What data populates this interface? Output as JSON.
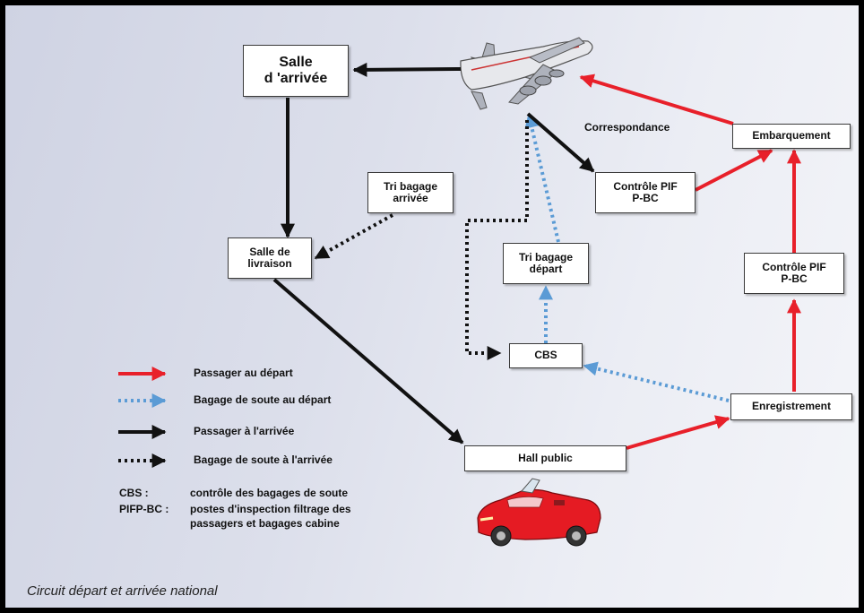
{
  "nodes": {
    "salle_arrivee": "Salle\nd 'arrivée",
    "tri_bagage_arrivee": "Tri bagage\narrivée",
    "salle_livraison": "Salle de\nlivraison",
    "controle_pif_top": "Contrôle PIF\nP-BC",
    "embarquement": "Embarquement",
    "tri_bagage_depart": "Tri bagage\ndépart",
    "controle_pif_right": "Contrôle PIF\nP-BC",
    "cbs": "CBS",
    "enregistrement": "Enregistrement",
    "hall_public": "Hall public"
  },
  "edge_labels": {
    "correspondance": "Correspondance"
  },
  "legend": {
    "items": [
      {
        "label": "Passager au départ",
        "color": "#e8202a",
        "style": "solid"
      },
      {
        "label": "Bagage de soute au départ",
        "color": "#5b9bd5",
        "style": "dotted"
      },
      {
        "label": "Passager à l'arrivée",
        "color": "#111111",
        "style": "solid"
      },
      {
        "label": "Bagage de soute à l'arrivée",
        "color": "#111111",
        "style": "dotted"
      }
    ]
  },
  "abbreviations": {
    "cbs_term": "CBS :",
    "cbs_def": "contrôle des bagages de soute",
    "pifp_term": "PIFP-BC :",
    "pifp_def": "postes d'inspection filtrage des\npassagers et bagages cabine"
  },
  "caption": "Circuit départ et arrivée national",
  "colors": {
    "departure_passenger": "#e8202a",
    "departure_baggage": "#5b9bd5",
    "arrival": "#111111"
  },
  "icons": {
    "aircraft": "airplane-icon",
    "car": "convertible-car-icon"
  }
}
